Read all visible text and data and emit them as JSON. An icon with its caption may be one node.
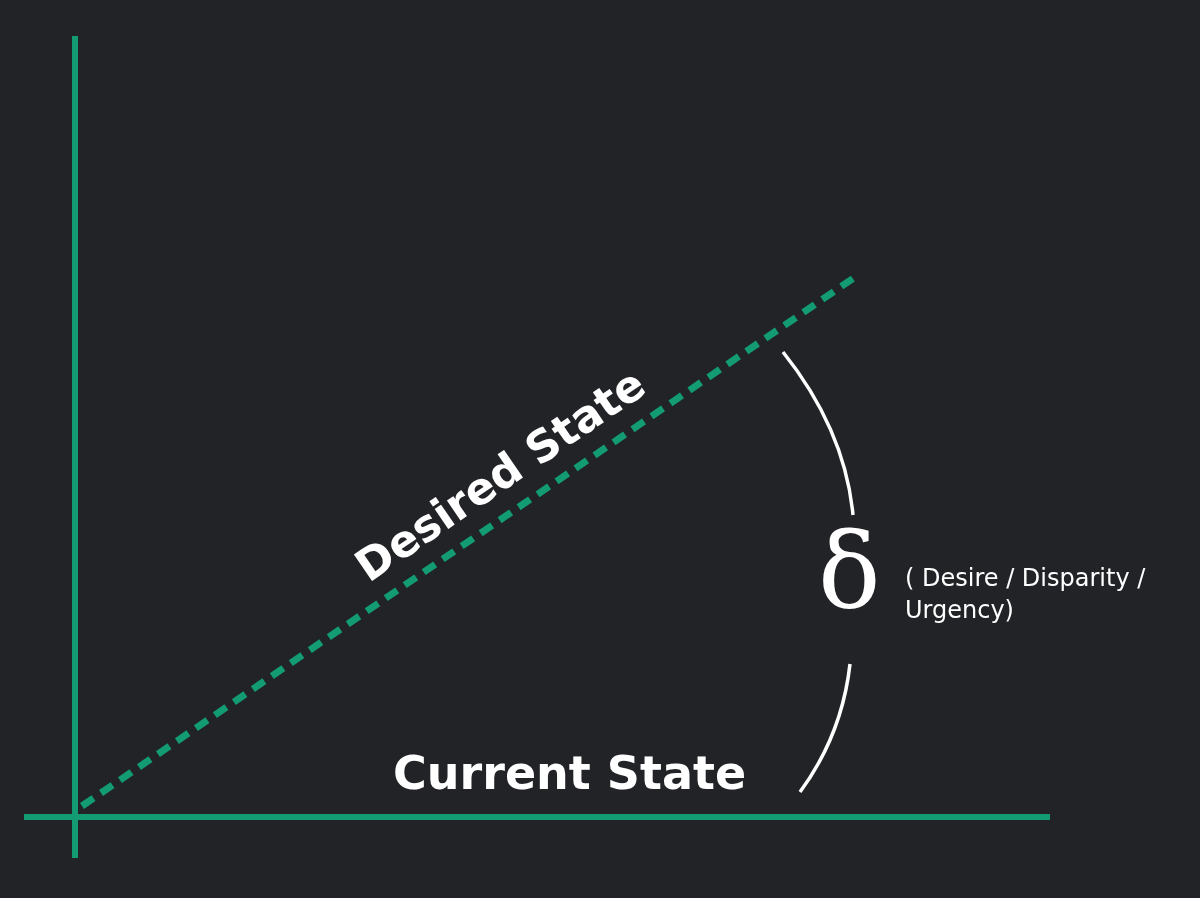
{
  "diagram": {
    "labels": [
      "Desired State",
      "δ",
      "( Desire / Disparity / Urgency)",
      "Current State"
    ]
  }
}
